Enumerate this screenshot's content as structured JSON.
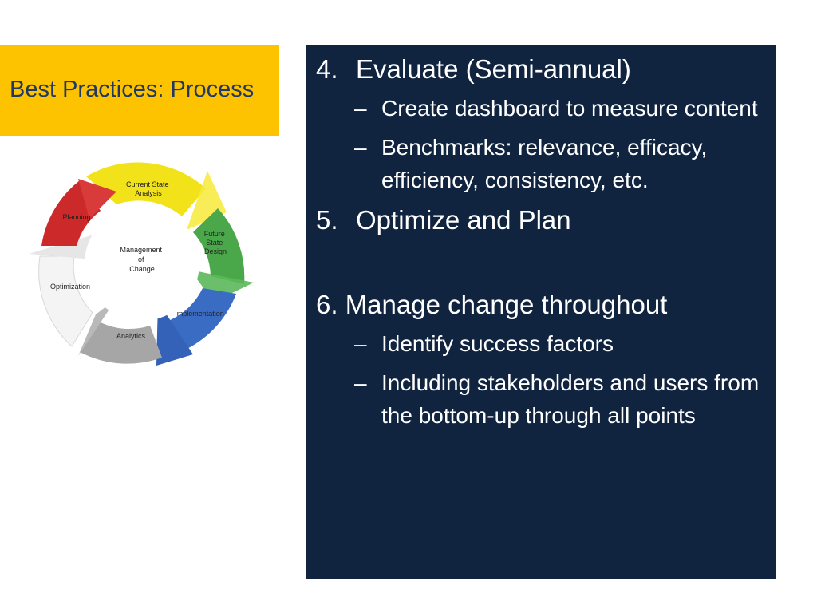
{
  "slide": {
    "title": "Best Practices: Process",
    "colors": {
      "title_bg": "#fdc300",
      "title_text": "#1f3864",
      "panel_bg": "#10243f",
      "panel_text": "#ffffff"
    }
  },
  "diagram": {
    "center_label": [
      "Management",
      "of",
      "Change"
    ],
    "stages": [
      {
        "label": [
          "Current State",
          "Analysis"
        ],
        "color": "#f2e21a"
      },
      {
        "label": [
          "Future",
          "State",
          "Design"
        ],
        "color": "#4aa84a"
      },
      {
        "label": [
          "Implementation"
        ],
        "color": "#3a6cc4"
      },
      {
        "label": [
          "Analytics"
        ],
        "color": "#a6a6a6"
      },
      {
        "label": [
          "Optimization"
        ],
        "color": "#eeeeee"
      },
      {
        "label": [
          "Planning"
        ],
        "color": "#cc2a2a"
      }
    ]
  },
  "content": {
    "items": [
      {
        "number": "4.",
        "text": "Evaluate (Semi-annual)",
        "subs": [
          {
            "dash": "–",
            "text": "Create dashboard to measure content"
          },
          {
            "dash": "–",
            "text": "Benchmarks: relevance, efficacy, efficiency, consistency, etc."
          }
        ]
      },
      {
        "number": "5.",
        "text": "Optimize and Plan"
      },
      {
        "text": "6. Manage change throughout",
        "subs": [
          {
            "dash": "–",
            "text": "Identify success factors"
          },
          {
            "dash": "–",
            "text": "Including stakeholders and users from the bottom-up through all points"
          }
        ]
      }
    ]
  }
}
